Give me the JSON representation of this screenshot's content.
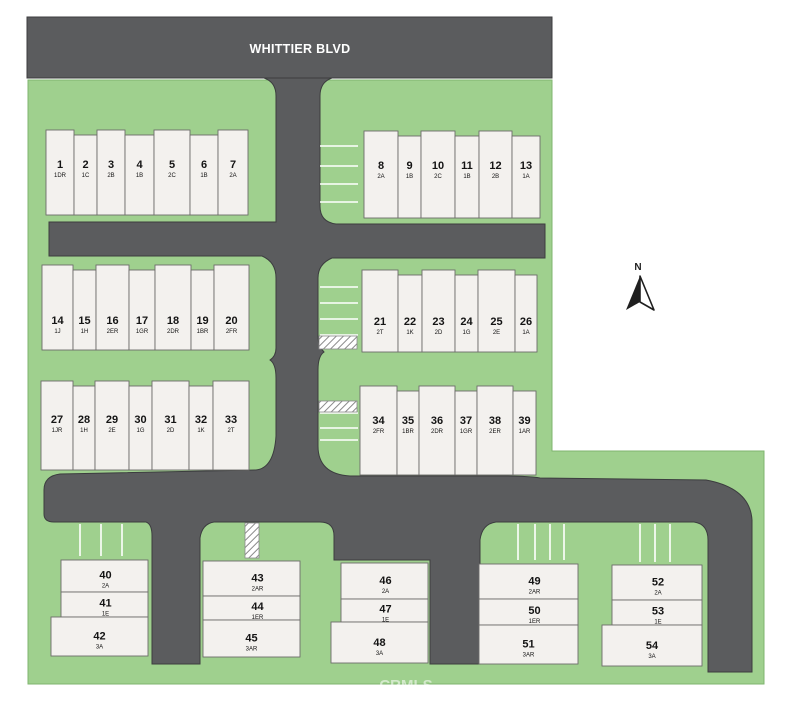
{
  "map": {
    "road_label": "WHITTIER BLVD",
    "north_label": "N",
    "watermark": "CRMLS",
    "colors": {
      "lawn": "#9fd08e",
      "lawn_edge": "#7fb56f",
      "road": "#5b5c5e",
      "road_edge": "#3c3d3f",
      "building": "#f3f1ee",
      "building_edge": "#6d6c6a",
      "stripe": "#ffffff",
      "hatch": "#8a8a8a"
    }
  },
  "lots": [
    {
      "number": "1",
      "plan": "1DR"
    },
    {
      "number": "2",
      "plan": "1C"
    },
    {
      "number": "3",
      "plan": "2B"
    },
    {
      "number": "4",
      "plan": "1B"
    },
    {
      "number": "5",
      "plan": "2C"
    },
    {
      "number": "6",
      "plan": "1B"
    },
    {
      "number": "7",
      "plan": "2A"
    },
    {
      "number": "8",
      "plan": "2A"
    },
    {
      "number": "9",
      "plan": "1B"
    },
    {
      "number": "10",
      "plan": "2C"
    },
    {
      "number": "11",
      "plan": "1B"
    },
    {
      "number": "12",
      "plan": "2B"
    },
    {
      "number": "13",
      "plan": "1A"
    },
    {
      "number": "14",
      "plan": "1J"
    },
    {
      "number": "15",
      "plan": "1H"
    },
    {
      "number": "16",
      "plan": "2ER"
    },
    {
      "number": "17",
      "plan": "1GR"
    },
    {
      "number": "18",
      "plan": "2DR"
    },
    {
      "number": "19",
      "plan": "1BR"
    },
    {
      "number": "20",
      "plan": "2FR"
    },
    {
      "number": "21",
      "plan": "2T"
    },
    {
      "number": "22",
      "plan": "1K"
    },
    {
      "number": "23",
      "plan": "2D"
    },
    {
      "number": "24",
      "plan": "1G"
    },
    {
      "number": "25",
      "plan": "2E"
    },
    {
      "number": "26",
      "plan": "1A"
    },
    {
      "number": "27",
      "plan": "1JR"
    },
    {
      "number": "28",
      "plan": "1H"
    },
    {
      "number": "29",
      "plan": "2E"
    },
    {
      "number": "30",
      "plan": "1G"
    },
    {
      "number": "31",
      "plan": "2D"
    },
    {
      "number": "32",
      "plan": "1K"
    },
    {
      "number": "33",
      "plan": "2T"
    },
    {
      "number": "34",
      "plan": "2FR"
    },
    {
      "number": "35",
      "plan": "1BR"
    },
    {
      "number": "36",
      "plan": "2DR"
    },
    {
      "number": "37",
      "plan": "1GR"
    },
    {
      "number": "38",
      "plan": "2ER"
    },
    {
      "number": "39",
      "plan": "1AR"
    },
    {
      "number": "40",
      "plan": "2A"
    },
    {
      "number": "41",
      "plan": "1E"
    },
    {
      "number": "42",
      "plan": "3A"
    },
    {
      "number": "43",
      "plan": "2AR"
    },
    {
      "number": "44",
      "plan": "1ER"
    },
    {
      "number": "45",
      "plan": "3AR"
    },
    {
      "number": "46",
      "plan": "2A"
    },
    {
      "number": "47",
      "plan": "1E"
    },
    {
      "number": "48",
      "plan": "3A"
    },
    {
      "number": "49",
      "plan": "2AR"
    },
    {
      "number": "50",
      "plan": "1ER"
    },
    {
      "number": "51",
      "plan": "3AR"
    },
    {
      "number": "52",
      "plan": "2A"
    },
    {
      "number": "53",
      "plan": "1E"
    },
    {
      "number": "54",
      "plan": "3A"
    }
  ]
}
